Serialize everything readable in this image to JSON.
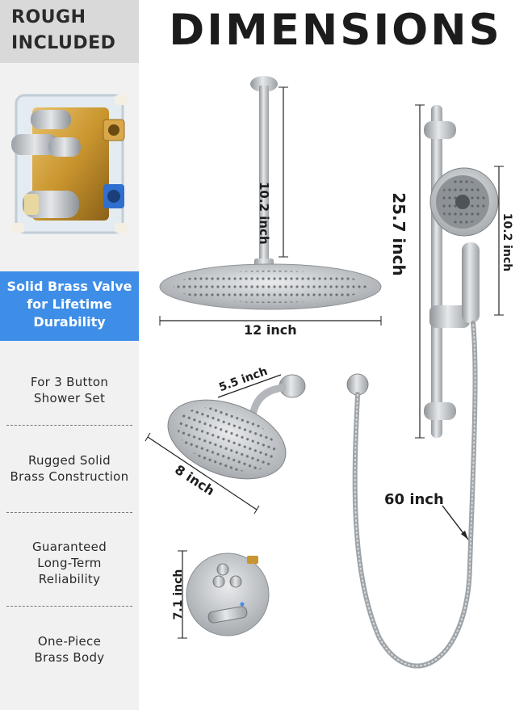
{
  "header": {
    "badge_line1": "ROUGH",
    "badge_line2": "INCLUDED",
    "title": "DIMENSIONS"
  },
  "valve_callout": {
    "line1": "Solid Brass Valve",
    "line2": "for Lifetime",
    "line3": "Durability"
  },
  "features": [
    {
      "line1": "For 3 Button",
      "line2": "Shower Set"
    },
    {
      "line1": "Rugged Solid",
      "line2": "Brass Construction"
    },
    {
      "line1": "Guaranteed",
      "line2": "Long-Term",
      "line3": "Reliability"
    },
    {
      "line1": "One-Piece",
      "line2": "Brass Body"
    }
  ],
  "dimensions": {
    "ceiling_arm": "10.2 inch",
    "rain_head": "12 inch",
    "slide_bar": "25.7 inch",
    "handheld": "10.2 inch",
    "wall_arm": "5.5 inch",
    "small_head": "8 inch",
    "hose": "60 inch",
    "trim_plate": "7.1 inch"
  },
  "colors": {
    "accent_blue": "#3e8ee8",
    "panel_gray": "#f1f1f1",
    "header_gray": "#d9d9d9",
    "nickel": "#b9bcbf"
  }
}
